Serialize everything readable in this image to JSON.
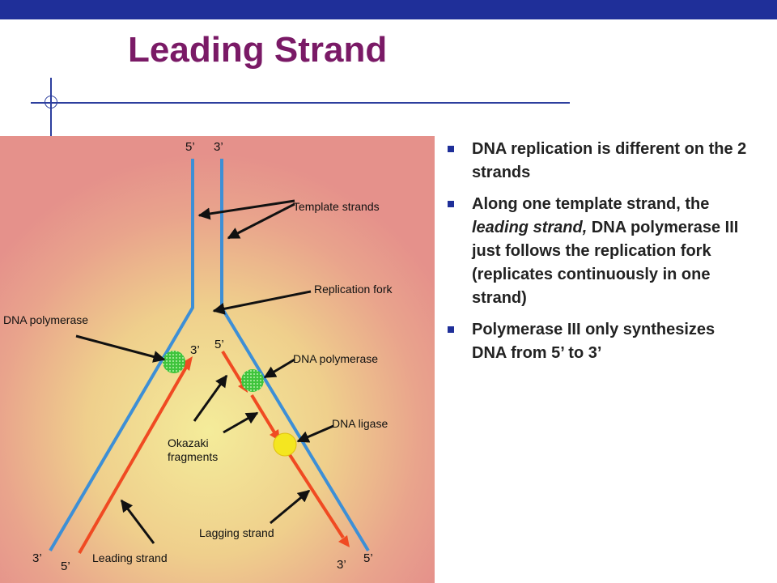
{
  "slide": {
    "title": "Leading Strand",
    "colors": {
      "topbar": "#1f2f99",
      "title": "#7a1a66",
      "strand_blue": "#3d8fd6",
      "strand_red": "#f04a22"
    }
  },
  "diagram": {
    "end_labels": {
      "top_left": "5’",
      "top_right": "3’",
      "fork_3": "3’",
      "fork_5": "5’",
      "bottom_1": "3’",
      "bottom_2": "5’",
      "bottom_3": "3’",
      "bottom_4": "5’"
    },
    "labels": {
      "template_strands": "Template strands",
      "replication_fork": "Replication fork",
      "dna_polymerase_left": "DNA polymerase",
      "dna_polymerase_right": "DNA polymerase",
      "dna_ligase": "DNA ligase",
      "okazaki_line1": "Okazaki",
      "okazaki_line2": "fragments",
      "lagging_strand": "Lagging strand",
      "leading_strand": "Leading strand"
    }
  },
  "bullets": [
    {
      "text": "DNA replication is different on the 2 strands"
    },
    {
      "before": "Along one template strand, the ",
      "em": "leading strand,",
      "after": " DNA polymerase III just follows the replication fork (replicates continuously in one strand)"
    },
    {
      "text": "Polymerase III only synthesizes DNA from 5’ to 3’"
    }
  ]
}
